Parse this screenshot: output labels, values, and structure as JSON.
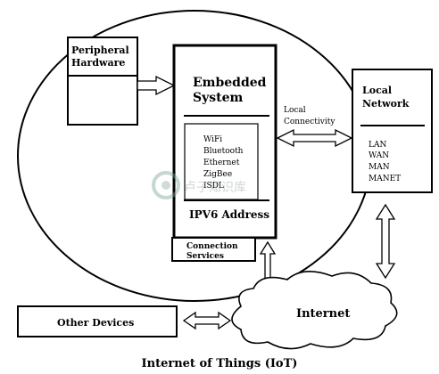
{
  "caption": "Internet of Things (IoT)",
  "peripheral": {
    "line1": "Peripheral",
    "line2": "Hardware"
  },
  "embedded": {
    "line1": "Embedded",
    "line2": "System",
    "protocols": [
      "WiFi",
      "Bluetooth",
      "Ethernet",
      "ZigBee",
      "ISDL"
    ],
    "address": "IPV6 Address"
  },
  "connection_services": {
    "line1": "Connection",
    "line2": "Services"
  },
  "local_connectivity": {
    "line1": "Local",
    "line2": "Connectivity"
  },
  "local_network": {
    "line1": "Local",
    "line2": "Network",
    "types": [
      "LAN",
      "WAN",
      "MAN",
      "MANET"
    ]
  },
  "internet": "Internet",
  "other_devices": "Other Devices",
  "watermark": "卢子知识库"
}
